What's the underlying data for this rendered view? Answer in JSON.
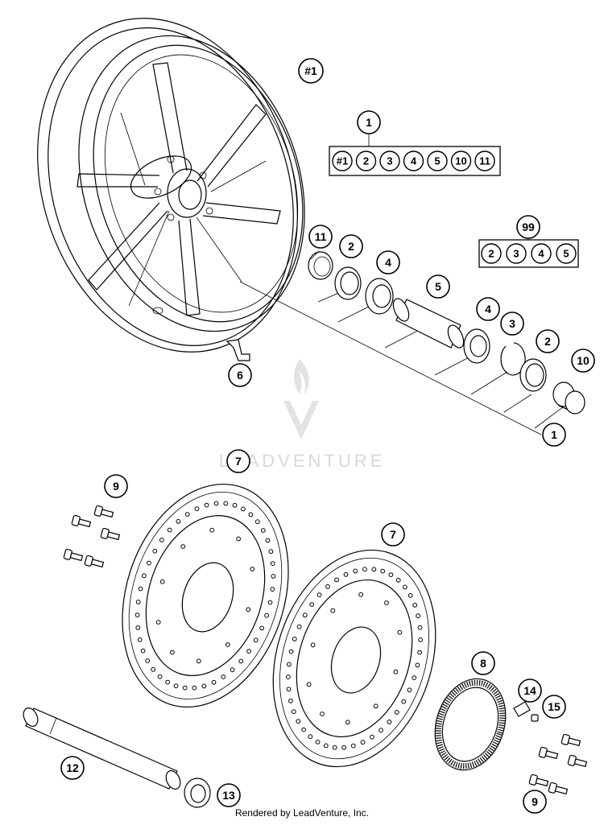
{
  "diagram": {
    "watermark": "LEADVENTURE",
    "footer": "Rendered by LeadVenture, Inc.",
    "wheel_label": "#1",
    "callouts": {
      "c1_top": "1",
      "c99": "99",
      "c11": "11",
      "c2a": "2",
      "c4a": "4",
      "c5": "5",
      "c4b": "4",
      "c3": "3",
      "c2b": "2",
      "c10": "10",
      "c1_bottom": "1",
      "c6": "6",
      "c7a": "7",
      "c7b": "7",
      "c9a": "9",
      "c8": "8",
      "c14": "14",
      "c15": "15",
      "c12": "12",
      "c13": "13",
      "c9b": "9"
    },
    "kit_1": [
      "#1",
      "2",
      "3",
      "4",
      "5",
      "10",
      "11"
    ],
    "kit_99": [
      "2",
      "3",
      "4",
      "5"
    ]
  }
}
